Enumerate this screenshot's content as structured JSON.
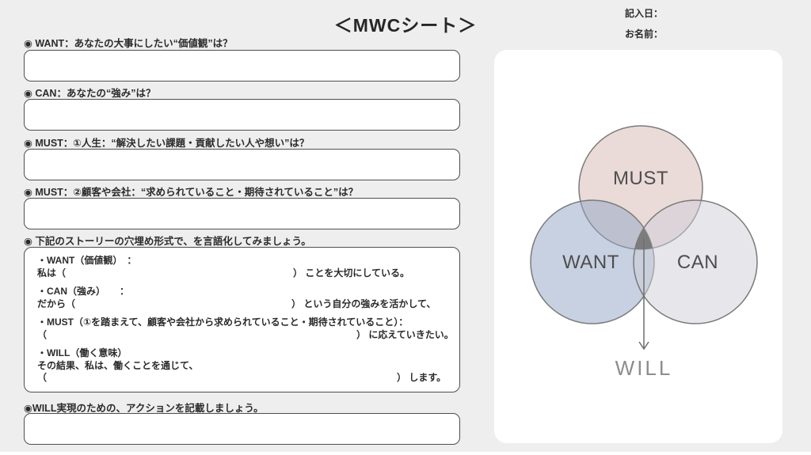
{
  "title": "＜MWCシート＞",
  "header": {
    "date_label": "記入日：",
    "name_label": "お名前："
  },
  "form": {
    "want": {
      "label": "◉ WANT：あなたの大事にしたい“価値観”は？",
      "value": ""
    },
    "can": {
      "label": "◉ CAN：あなたの“強み”は？",
      "value": ""
    },
    "must1": {
      "label": "◉ MUST：①人生：“解決したい課題・貢献したい人や想い”は？",
      "value": ""
    },
    "must2": {
      "label": "◉ MUST：②顧客や会社：“求められていること・期待されていること”は？",
      "value": ""
    },
    "story": {
      "label": "◉ 下記のストーリーの穴埋め形式で、を言語化してみましょう。",
      "want_head": "・WANT（価値観）　：",
      "want_left": "私は（",
      "want_right": "） ことを大切にしている。",
      "can_head": "・CAN（強み）　　：",
      "can_left": "だから（",
      "can_right": "） という自分の強みを活かして、",
      "must_head": "・MUST（①を踏まえて、顧客や会社から求められていること・期待されていること）：",
      "must_left": "（",
      "must_right": "） に応えていきたい。",
      "will_head": "・WILL（働く意味）",
      "will_intro": "その結果、私は、働くことを通じて、",
      "will_left": "（",
      "will_right": "） します。"
    },
    "action": {
      "label": "◉WILL実現のための、アクションを記載しましょう。",
      "value": ""
    }
  },
  "venn": {
    "labels": {
      "must": "MUST",
      "want": "WANT",
      "can": "CAN",
      "will": "WILL"
    },
    "colors": {
      "must_fill": "rgba(216,189,184,0.55)",
      "want_fill": "rgba(148,166,197,0.52)",
      "can_fill": "rgba(205,205,216,0.5)",
      "center_fill": "#7c7c7c",
      "stroke": "#7a7a7a",
      "arrow": "#6f6f6f"
    }
  }
}
